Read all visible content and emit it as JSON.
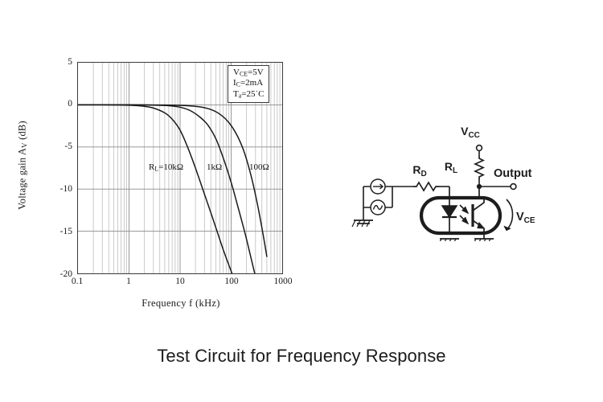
{
  "caption": "Test Circuit for Frequency Response",
  "chart_data": {
    "type": "line",
    "title": "",
    "xlabel": "Frequency f (kHz)",
    "ylabel": "Voltage gain A_V (dB)",
    "xscale": "log",
    "xlim": [
      0.1,
      1000
    ],
    "ylim": [
      -20,
      5
    ],
    "xticks": [
      "0.1",
      "1",
      "10",
      "100",
      "1000"
    ],
    "xtick_values": [
      0.1,
      1,
      10,
      100,
      1000
    ],
    "yticks": [
      "5",
      "0",
      "-5",
      "-10",
      "-15",
      "-20"
    ],
    "ytick_values": [
      5,
      0,
      -5,
      -10,
      -15,
      -20
    ],
    "grid": true,
    "legend_position": "inline-annotation",
    "annotations": [
      "V<sub>CE</sub>=5V",
      "I<sub>C</sub>=2mA",
      "T<sub>a</sub>=25˚C"
    ],
    "annotation_plain": [
      "VCE=5V",
      "IC=2mA",
      "Ta=25˚C"
    ],
    "series": [
      {
        "name": "R_L=10kΩ",
        "label": "R<sub>L</sub>=10kΩ",
        "cutoff_khz": 10,
        "x": [
          0.1,
          0.3,
          1,
          2,
          3,
          5,
          7,
          10,
          14,
          20,
          30,
          40,
          55,
          70,
          90,
          110,
          130
        ],
        "y": [
          0,
          0,
          -0.05,
          -0.18,
          -0.38,
          -0.95,
          -1.7,
          -3.0,
          -5.0,
          -7.5,
          -10.6,
          -12.8,
          -15.3,
          -17.2,
          -19.0,
          -20.4,
          -21.6
        ]
      },
      {
        "name": "1kΩ",
        "label": "1kΩ",
        "cutoff_khz": 50,
        "x": [
          0.1,
          1,
          3,
          6,
          10,
          16,
          25,
          35,
          50,
          70,
          100,
          140,
          190,
          250,
          300
        ],
        "y": [
          0,
          0,
          -0.03,
          -0.1,
          -0.28,
          -0.7,
          -1.5,
          -2.4,
          -4.0,
          -6.3,
          -9.2,
          -12.4,
          -15.4,
          -18.4,
          -20.4
        ]
      },
      {
        "name": "100Ω",
        "label": "100Ω",
        "cutoff_khz": 150,
        "x": [
          0.1,
          1,
          5,
          12,
          25,
          40,
          60,
          90,
          130,
          180,
          250,
          330,
          420,
          500
        ],
        "y": [
          0,
          0,
          -0.02,
          -0.08,
          -0.25,
          -0.55,
          -1.1,
          -2.1,
          -3.6,
          -5.6,
          -8.6,
          -11.9,
          -15.3,
          -18.0
        ]
      }
    ]
  },
  "circuit": {
    "labels": {
      "vcc": "V",
      "vcc_sub": "CC",
      "rl": "R",
      "rl_sub": "L",
      "output": "Output",
      "rd": "R",
      "rd_sub": "D",
      "vce": "V",
      "vce_sub": "CE"
    },
    "components": [
      "current-source",
      "ac-source",
      "resistor-rd",
      "resistor-rl",
      "optocoupler-led",
      "optocoupler-phototransistor",
      "ground-source",
      "ground-led",
      "ground-emitter",
      "terminal-vcc",
      "terminal-output"
    ]
  },
  "colors": {
    "frame": "#3a3a3a",
    "grid_major": "#8a8a8a",
    "grid_minor": "#b9b9b9",
    "curve": "#1a1a1a",
    "text": "#1a1a1a",
    "circuit": "#1d1d1d",
    "background": "#ffffff"
  }
}
